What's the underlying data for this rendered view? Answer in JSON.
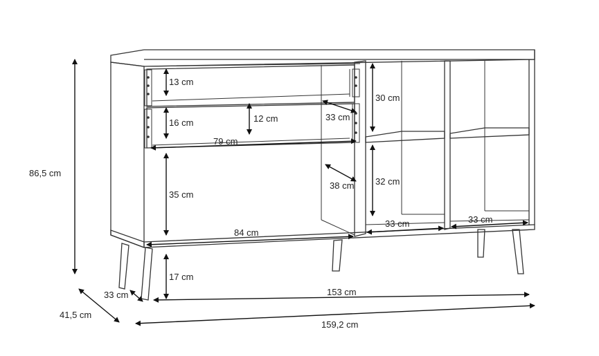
{
  "colors": {
    "line": "#333333",
    "arrow": "#111111",
    "background": "#ffffff"
  },
  "dimensions": {
    "total_height": "86,5 cm",
    "total_depth": "41,5 cm",
    "total_width": "159,2 cm",
    "inner_width": "153 cm",
    "leg_depth": "33 cm",
    "leg_height": "17 cm",
    "drawer_top_height": "13 cm",
    "drawer_mid_height": "16 cm",
    "drawer_inner_height": "12 cm",
    "drawer_depth": "33 cm",
    "drawer_width": "79 cm",
    "compartment_height": "35 cm",
    "compartment_depth": "38 cm",
    "compartment_width": "84 cm",
    "upper_shelf_height": "30 cm",
    "lower_shelf_height": "32 cm",
    "shelf_width_left": "33 cm",
    "shelf_width_right": "33 cm"
  }
}
